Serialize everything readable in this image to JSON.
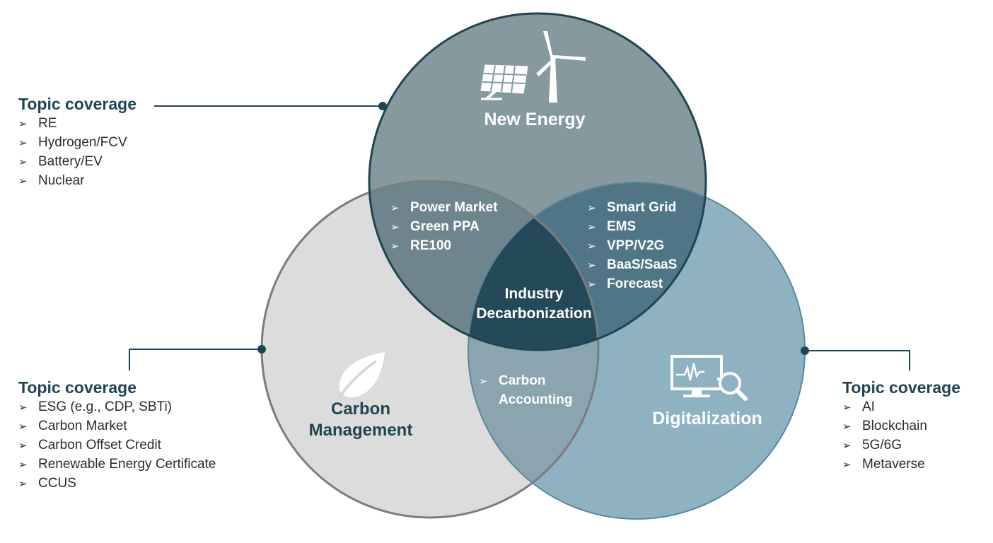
{
  "colors": {
    "new_energy_fill": "#5f7f8b",
    "carbon_fill": "#d6d6d6",
    "digital_fill": "#6c9bb1",
    "outline_dark": "#1f4553",
    "outline_grey": "#7a7a7a",
    "center_fill": "#1f4553"
  },
  "bullet_glyph": "➢",
  "new_energy": {
    "title": "New Energy",
    "coverage_heading": "Topic coverage",
    "coverage_items": [
      "RE",
      "Hydrogen/FCV",
      "Battery/EV",
      "Nuclear"
    ]
  },
  "carbon_management": {
    "title_line1": "Carbon",
    "title_line2": "Management",
    "coverage_heading": "Topic coverage",
    "coverage_items": [
      "ESG (e.g., CDP, SBTi)",
      "Carbon Market",
      "Carbon Offset Credit",
      "Renewable Energy Certificate",
      "CCUS"
    ]
  },
  "digitalization": {
    "title": "Digitalization",
    "coverage_heading": "Topic coverage",
    "coverage_items": [
      "AI",
      "Blockchain",
      "5G/6G",
      "Metaverse"
    ]
  },
  "overlaps": {
    "energy_carbon": [
      "Power Market",
      "Green PPA",
      "RE100"
    ],
    "energy_digital": [
      "Smart Grid",
      "EMS",
      "VPP/V2G",
      "BaaS/SaaS",
      "Forecast"
    ],
    "carbon_digital": [
      "Carbon",
      "Accounting"
    ]
  },
  "center": {
    "line1": "Industry",
    "line2": "Decarbonization"
  }
}
